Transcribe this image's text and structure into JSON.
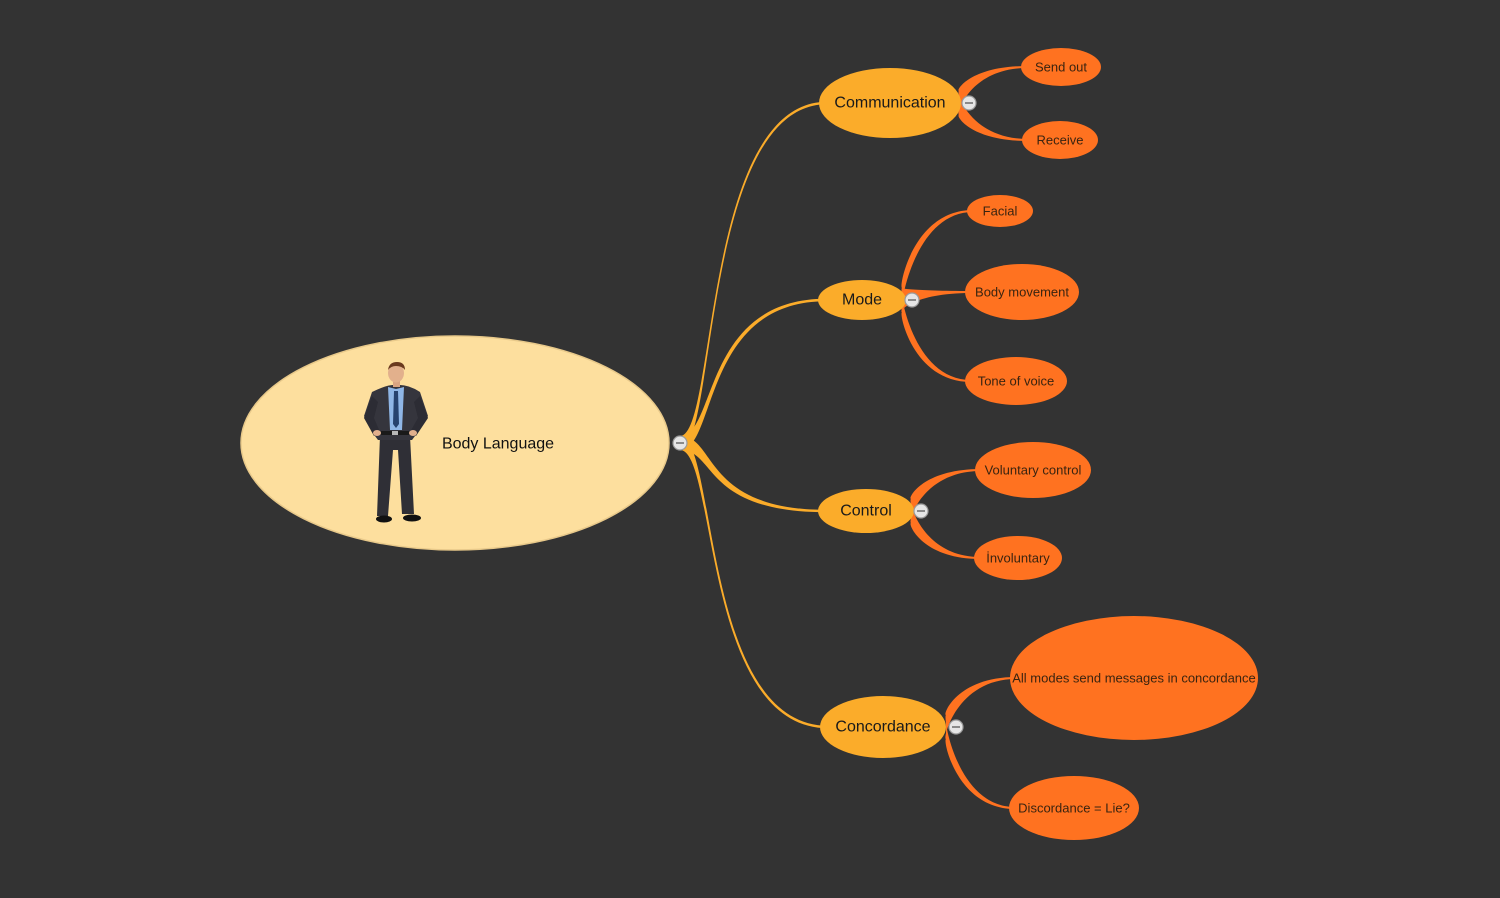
{
  "colors": {
    "background": "#333333",
    "root_fill": "#fddf9e",
    "root_stroke": "#e8c98a",
    "level1_fill": "#fbac2a",
    "level1_branch": "#fbac2a",
    "level2_fill": "#ff7220",
    "level2_branch": "#ff7220"
  },
  "root": {
    "label": "Body Language",
    "image": "businessman-figure"
  },
  "topics": [
    {
      "label": "Communication",
      "children": [
        "Send out",
        "Receive"
      ]
    },
    {
      "label": "Mode",
      "children": [
        "Facial",
        "Body movement",
        "Tone of voice"
      ]
    },
    {
      "label": "Control",
      "children": [
        "Voluntary control",
        "İnvoluntary"
      ]
    },
    {
      "label": "Concordance",
      "children": [
        "All modes send messages in concordance",
        "Discordance = Lie?"
      ]
    }
  ],
  "icons": {
    "collapse": "collapse-minus-icon"
  }
}
